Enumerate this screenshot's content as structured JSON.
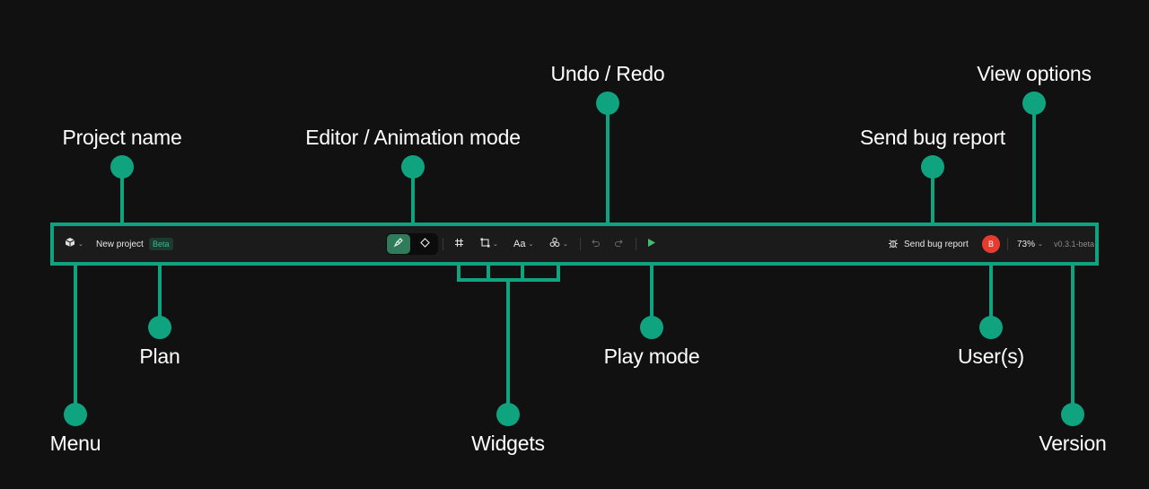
{
  "callouts": {
    "undo_redo": "Undo / Redo",
    "view_options": "View options",
    "project_name": "Project name",
    "editor_mode": "Editor / Animation mode",
    "send_bug": "Send bug report",
    "plan": "Plan",
    "play_mode": "Play mode",
    "users": "User(s)",
    "menu": "Menu",
    "widgets": "Widgets",
    "version": "Version"
  },
  "toolbar": {
    "project_name": "New project",
    "plan_badge": "Beta",
    "text_tool_label": "Aa",
    "bug_report_label": "Send bug report",
    "user_initial": "B",
    "zoom": "73%",
    "version": "v0.3.1-beta"
  },
  "icons": {
    "menu": "cube-icon",
    "editor": "pen-nib-icon",
    "animation": "diamond-icon",
    "frame": "hash-icon",
    "shape": "rectangle-icon",
    "text": "text-icon",
    "components": "components-icon",
    "undo": "undo-icon",
    "redo": "redo-icon",
    "play": "play-icon",
    "bug": "bug-icon"
  },
  "colors": {
    "accent": "#10a37f",
    "background": "#111111",
    "toolbar": "#1b1b1b",
    "active_mode": "#2f7b5b",
    "play": "#3fbf6f",
    "avatar": "#e63b2e"
  }
}
